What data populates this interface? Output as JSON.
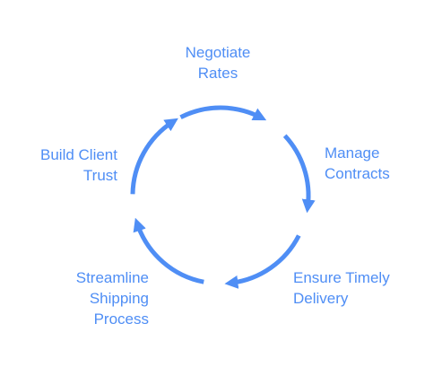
{
  "diagram": {
    "type": "cycle",
    "accent_color": "#4f8ef5",
    "steps": [
      {
        "lines": [
          "Negotiate",
          "Rates"
        ]
      },
      {
        "lines": [
          "Manage",
          "Contracts"
        ]
      },
      {
        "lines": [
          "Ensure Timely",
          "Delivery"
        ]
      },
      {
        "lines": [
          "Streamline",
          "Shipping",
          "Process"
        ]
      },
      {
        "lines": [
          "Build Client",
          "Trust"
        ]
      }
    ]
  }
}
